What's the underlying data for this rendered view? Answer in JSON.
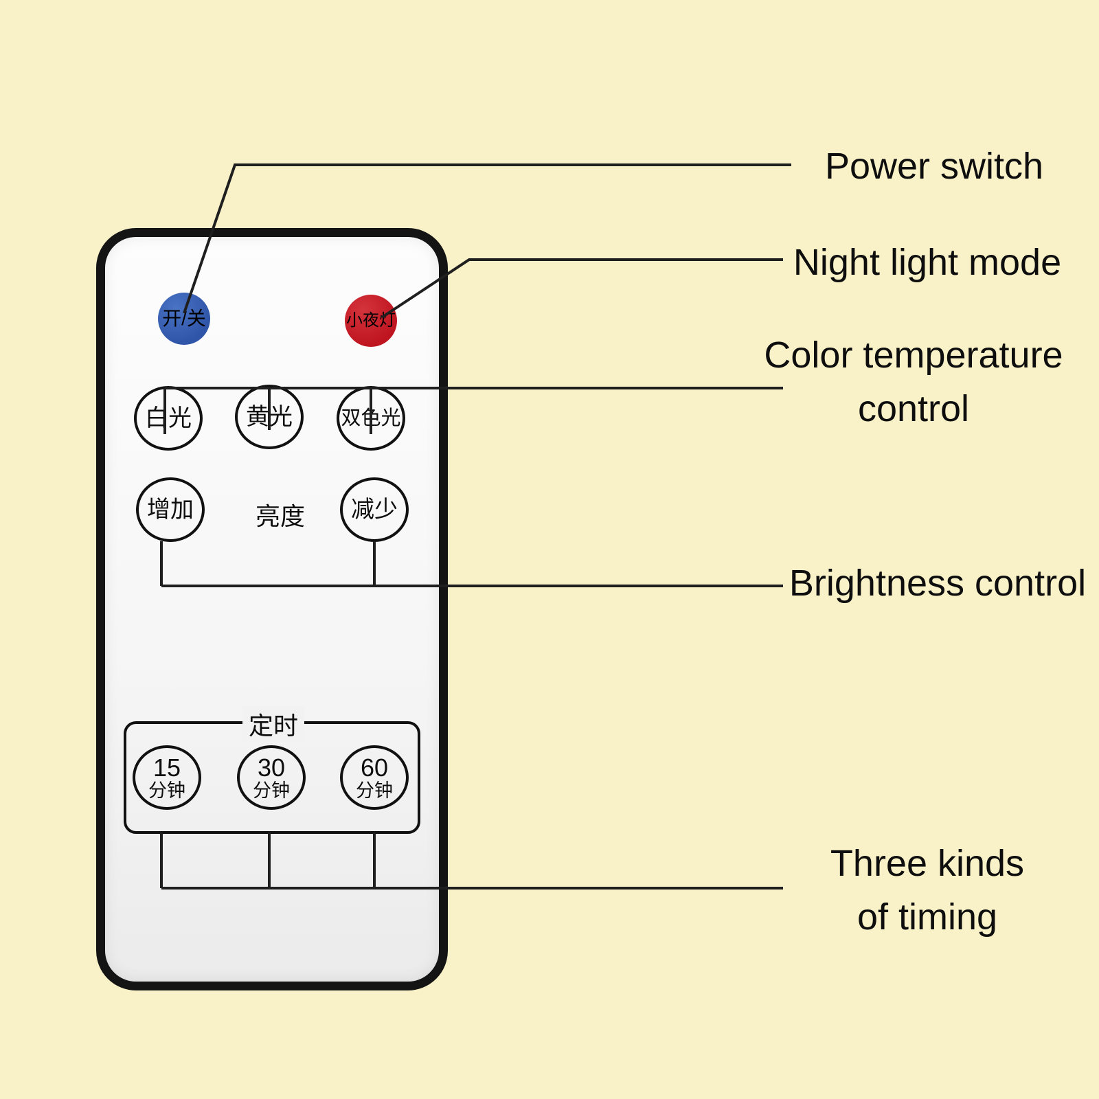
{
  "colors": {
    "background": "#f9f1c7",
    "power_button": "#2f55a8",
    "night_light_button": "#bf1521",
    "connector_line": "#1f1f1f",
    "text": "#0e0e0e"
  },
  "remote": {
    "power_button_label": "开/关",
    "night_button_label": "小夜灯",
    "color_buttons": [
      {
        "label": "白光"
      },
      {
        "label": "黄光"
      },
      {
        "label": "双色光"
      }
    ],
    "brightness": {
      "increase_label": "增加",
      "center_label": "亮度",
      "decrease_label": "减少"
    },
    "timer": {
      "title": "定时",
      "buttons": [
        {
          "value": "15",
          "unit": "分钟"
        },
        {
          "value": "30",
          "unit": "分钟"
        },
        {
          "value": "60",
          "unit": "分钟"
        }
      ]
    }
  },
  "annotations": {
    "power": "Power switch",
    "night_light": "Night light mode",
    "color_temperature_line1": "Color temperature",
    "color_temperature_line2": "control",
    "brightness": "Brightness control",
    "timing_line1": "Three kinds",
    "timing_line2": "of timing"
  }
}
